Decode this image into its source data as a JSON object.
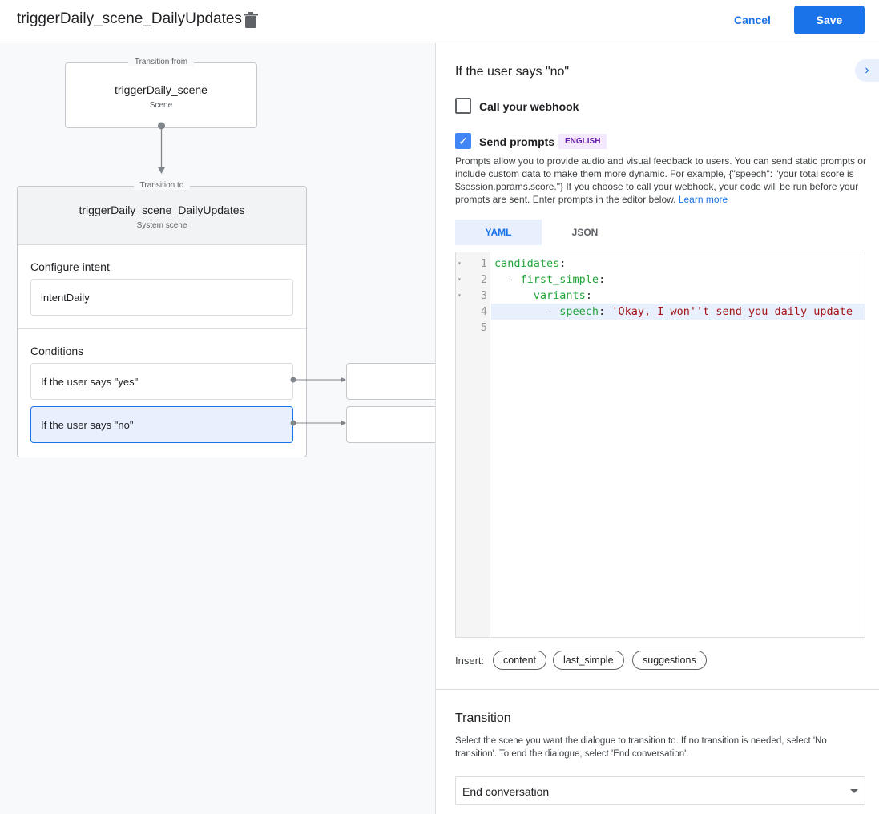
{
  "header": {
    "title": "triggerDaily_scene_DailyUpdates",
    "cancel": "Cancel",
    "save": "Save"
  },
  "canvas": {
    "from": {
      "legend": "Transition from",
      "name": "triggerDaily_scene",
      "type": "Scene"
    },
    "to": {
      "legend": "Transition to",
      "name": "triggerDaily_scene_DailyUpdates",
      "type": "System scene",
      "intent_label": "Configure intent",
      "intent": "intentDaily",
      "conditions_label": "Conditions",
      "conditions": [
        "If the user says \"yes\"",
        "If the user says \"no\""
      ]
    }
  },
  "panel": {
    "title": "If the user says \"no\"",
    "webhook": {
      "label": "Call your webhook",
      "checked": false
    },
    "prompts": {
      "label": "Send prompts",
      "checked": true,
      "badge": "ENGLISH"
    },
    "description": "Prompts allow you to provide audio and visual feedback to users. You can send static prompts or include custom data to make them more dynamic. For example, {\"speech\": \"your total score is $session.params.score.\"} If you choose to call your webhook, your code will be run before your prompts are sent. Enter prompts in the editor below.",
    "learn_more": "Learn more",
    "tabs": [
      "YAML",
      "JSON"
    ],
    "active_tab": "YAML",
    "code": {
      "line_numbers": [
        "1",
        "2",
        "3",
        "4",
        "5"
      ],
      "lines": [
        {
          "indent": "",
          "key": "candidates",
          "sep": ":",
          "val": ""
        },
        {
          "indent": "  - ",
          "key": "first_simple",
          "sep": ":",
          "val": ""
        },
        {
          "indent": "      ",
          "key": "variants",
          "sep": ":",
          "val": ""
        },
        {
          "indent": "        - ",
          "key": "speech",
          "sep": ": ",
          "val": "'Okay, I won''t send you daily update"
        },
        {
          "indent": "",
          "key": "",
          "sep": "",
          "val": ""
        }
      ]
    },
    "insert_label": "Insert:",
    "insert_chips": [
      "content",
      "last_simple",
      "suggestions"
    ],
    "transition": {
      "title": "Transition",
      "description": "Select the scene you want the dialogue to transition to. If no transition is needed, select 'No transition'. To end the dialogue, select 'End conversation'.",
      "selected": "End conversation"
    }
  }
}
